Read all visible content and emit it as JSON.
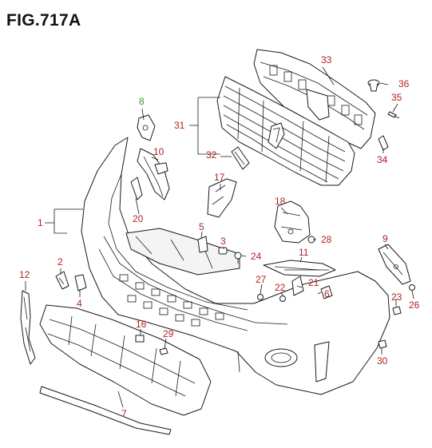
{
  "figure": {
    "title": "FIG.717A"
  },
  "colors": {
    "callout_red": "#b22222",
    "callout_green": "#2e9e2e",
    "line": "#1a1a1a"
  },
  "callouts": [
    {
      "id": "c1",
      "label": "1",
      "color": "#b22222"
    },
    {
      "id": "c2",
      "label": "2",
      "color": "#b22222"
    },
    {
      "id": "c3",
      "label": "3",
      "color": "#b22222"
    },
    {
      "id": "c4",
      "label": "4",
      "color": "#b22222"
    },
    {
      "id": "c5",
      "label": "5",
      "color": "#b22222"
    },
    {
      "id": "c6",
      "label": "6",
      "color": "#b22222"
    },
    {
      "id": "c7",
      "label": "7",
      "color": "#b22222"
    },
    {
      "id": "c8",
      "label": "8",
      "color": "#2e9e2e"
    },
    {
      "id": "c9",
      "label": "9",
      "color": "#b22222"
    },
    {
      "id": "c10",
      "label": "10",
      "color": "#b22222"
    },
    {
      "id": "c11",
      "label": "11",
      "color": "#b22222"
    },
    {
      "id": "c12",
      "label": "12",
      "color": "#b22222"
    },
    {
      "id": "c16",
      "label": "16",
      "color": "#b22222"
    },
    {
      "id": "c17",
      "label": "17",
      "color": "#b22222"
    },
    {
      "id": "c18",
      "label": "18",
      "color": "#b22222"
    },
    {
      "id": "c20",
      "label": "20",
      "color": "#b22222"
    },
    {
      "id": "c21",
      "label": "21",
      "color": "#b22222"
    },
    {
      "id": "c22",
      "label": "22",
      "color": "#b22222"
    },
    {
      "id": "c23",
      "label": "23",
      "color": "#b22222"
    },
    {
      "id": "c24",
      "label": "24",
      "color": "#b22222"
    },
    {
      "id": "c26",
      "label": "26",
      "color": "#b22222"
    },
    {
      "id": "c27",
      "label": "27",
      "color": "#b22222"
    },
    {
      "id": "c28",
      "label": "28",
      "color": "#b22222"
    },
    {
      "id": "c29",
      "label": "29",
      "color": "#b22222"
    },
    {
      "id": "c30",
      "label": "30",
      "color": "#b22222"
    },
    {
      "id": "c31",
      "label": "31",
      "color": "#b22222"
    },
    {
      "id": "c32",
      "label": "32",
      "color": "#b22222"
    },
    {
      "id": "c33",
      "label": "33",
      "color": "#b22222"
    },
    {
      "id": "c34",
      "label": "34",
      "color": "#b22222"
    },
    {
      "id": "c35",
      "label": "35",
      "color": "#b22222"
    },
    {
      "id": "c36",
      "label": "36",
      "color": "#b22222"
    }
  ]
}
